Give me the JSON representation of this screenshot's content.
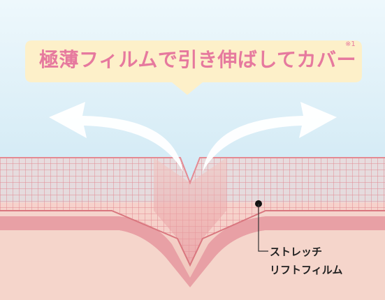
{
  "headline": {
    "text": "極薄フィルムで引き伸ばしてカバー",
    "note": "※1",
    "color": "#e6799e",
    "bubble_color": "#fdf0c9"
  },
  "callout": {
    "line1": "ストレッチ",
    "line2": "リフトフィルム"
  },
  "colors": {
    "sky_top": "#eaf6fb",
    "sky_bottom": "#b9dcee",
    "skin_top": "#f1c9c0",
    "skin_deep": "#e79ba1",
    "grid_line": "#e07b86",
    "film_band": "#f7d9d4",
    "arrow": "#ffffff",
    "marker": "#111111"
  }
}
